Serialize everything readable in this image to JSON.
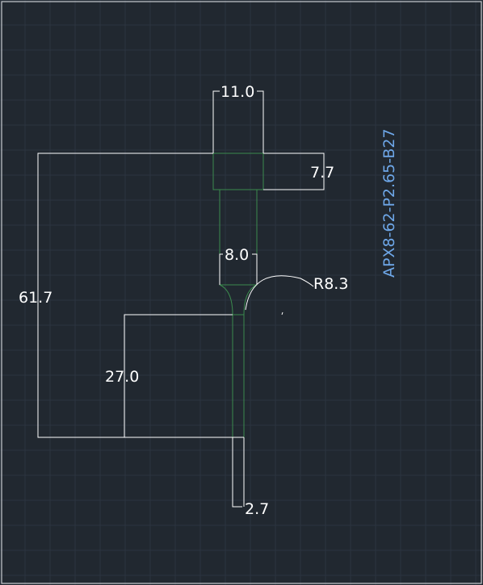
{
  "drawing": {
    "colors": {
      "background": "#212830",
      "grid": "#2c3440",
      "dimension": "#ffffff",
      "geometry": "#3b8a4e",
      "part_label": "#6ea7e8"
    },
    "part_label": "APX8-62-P2.65-B27",
    "dimensions": {
      "head_width": "11.0",
      "head_height": "7.7",
      "overall_length": "61.7",
      "shank_width": "8.0",
      "fillet_radius": "R8.3",
      "pin_length": "27.0",
      "pin_diameter": "2.7"
    }
  }
}
